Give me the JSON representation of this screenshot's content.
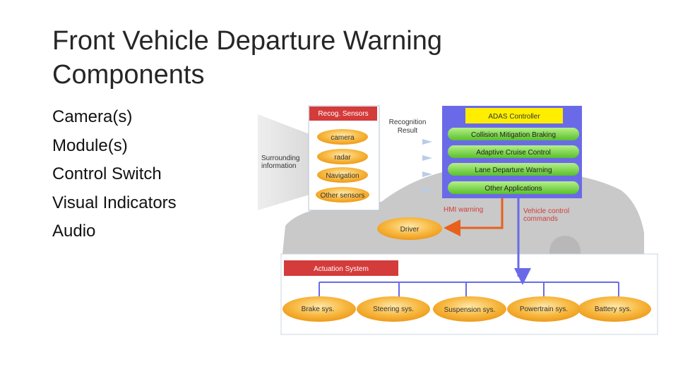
{
  "slide": {
    "title": "Front Vehicle Departure Warning Components",
    "bullets": [
      "Camera(s)",
      "Module(s)",
      "Control Switch",
      "Visual Indicators",
      "Audio"
    ]
  },
  "diagram": {
    "recog_header": "Recog. Sensors",
    "sensors": [
      "camera",
      "radar",
      "Navigation",
      "Other sensors"
    ],
    "surrounding_info": [
      "Surrounding",
      "information"
    ],
    "recognition_result": [
      "Recognition",
      "Result"
    ],
    "adas_title": "ADAS Controller",
    "adas_items": [
      "Collision Mitigation Braking",
      "Adaptive Cruise Control",
      "Lane Departure Warning",
      "Other Applications"
    ],
    "hmi_warning": "HMI warning",
    "vehicle_control": [
      "Vehicle control",
      "commands"
    ],
    "driver": "Driver",
    "actuation_header": "Actuation System",
    "actuators": [
      "Brake sys.",
      "Steering sys.",
      "Suspension sys.",
      "Powertrain sys.",
      "Battery sys."
    ],
    "colors": {
      "red": "#d43b3b",
      "blue": "#6a6ae8",
      "green": "#7fd24a",
      "yellow": "#ffee00",
      "orange": "#f5a623",
      "orange_arrow": "#e8601c",
      "car_gray": "#c9c9c9"
    }
  }
}
